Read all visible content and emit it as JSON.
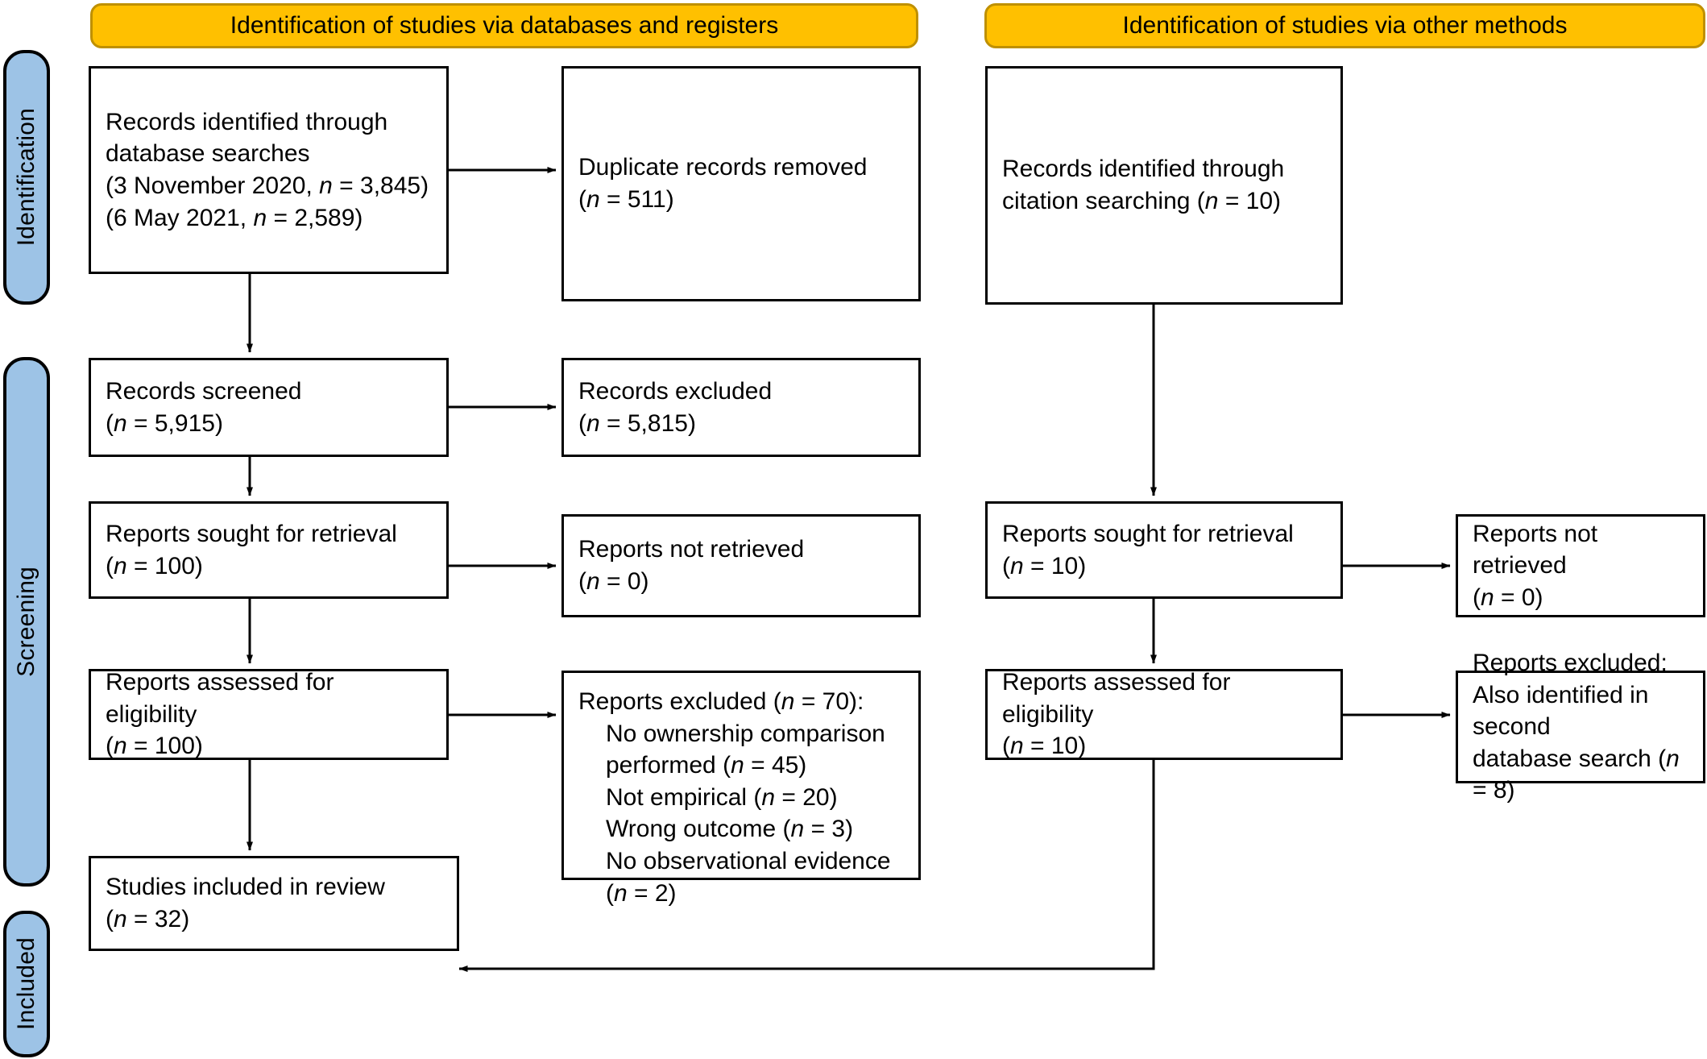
{
  "diagram": {
    "title": "PRISMA 2020 flow diagram",
    "phases": [
      {
        "id": "identification",
        "label": "Identification"
      },
      {
        "id": "screening",
        "label": "Screening"
      },
      {
        "id": "included",
        "label": "Included"
      }
    ],
    "headers": [
      {
        "id": "databases",
        "label": "Identification of studies via databases and registers"
      },
      {
        "id": "other-methods",
        "label": "Identification of studies via other methods"
      }
    ],
    "boxes": {
      "records_identified_db": {
        "line1": "Records identified through",
        "line2": "database searches",
        "line3_prefix": "(3 November 2020, ",
        "line3_n": "n",
        "line3_suffix": " = 3,845)",
        "line4_prefix": "(6 May 2021, ",
        "line4_n": "n",
        "line4_suffix": " = 2,589)"
      },
      "duplicates_removed": {
        "line1": "Duplicate records removed",
        "line2_prefix": "(",
        "line2_n": "n",
        "line2_suffix": " = 511)"
      },
      "records_identified_citation": {
        "line1": "Records identified through",
        "line2_prefix": "citation searching (",
        "line2_n": "n",
        "line2_suffix": " = 10)"
      },
      "records_screened": {
        "line1": "Records screened",
        "line2_prefix": "(",
        "line2_n": "n",
        "line2_suffix": " = 5,915)"
      },
      "records_excluded": {
        "line1": "Records excluded",
        "line2_prefix": "(",
        "line2_n": "n",
        "line2_suffix": " = 5,815)"
      },
      "reports_sought_db": {
        "line1": "Reports sought for retrieval",
        "line2_prefix": "(",
        "line2_n": "n",
        "line2_suffix": " = 100)"
      },
      "reports_not_retrieved_db": {
        "line1": "Reports not retrieved",
        "line2_prefix": "(",
        "line2_n": "n",
        "line2_suffix": " = 0)"
      },
      "reports_assessed_db": {
        "line1": "Reports assessed for eligibility",
        "line2_prefix": "(",
        "line2_n": "n",
        "line2_suffix": " = 100)"
      },
      "reports_excluded_db": {
        "heading_prefix": "Reports excluded (",
        "heading_n": "n",
        "heading_suffix": " = 70):",
        "reason1_line1": "No ownership comparison",
        "reason1_line2_prefix": "performed (",
        "reason1_n": "n",
        "reason1_line2_suffix": " = 45)",
        "reason2_prefix": "Not empirical (",
        "reason2_n": "n",
        "reason2_suffix": " = 20)",
        "reason3_prefix": "Wrong outcome (",
        "reason3_n": "n",
        "reason3_suffix": " = 3)",
        "reason4_line1": "No observational evidence",
        "reason4_line2_prefix": "(",
        "reason4_n": "n",
        "reason4_line2_suffix": " = 2)"
      },
      "reports_sought_other": {
        "line1": "Reports sought for retrieval",
        "line2_prefix": "(",
        "line2_n": "n",
        "line2_suffix": " = 10)"
      },
      "reports_not_retrieved_other": {
        "line1": "Reports not retrieved",
        "line2_prefix": "(",
        "line2_n": "n",
        "line2_suffix": " = 0)"
      },
      "reports_assessed_other": {
        "line1": "Reports assessed for eligibility",
        "line2_prefix": "(",
        "line2_n": "n",
        "line2_suffix": " = 10)"
      },
      "reports_excluded_other": {
        "line1": "Reports excluded:",
        "line2": "Also identified in second",
        "line3_prefix": "database search (",
        "line3_n": "n",
        "line3_suffix": " = 8)"
      },
      "studies_included": {
        "line1": "Studies included in review",
        "line2_prefix": "(",
        "line2_n": "n",
        "line2_suffix": " = 32)"
      }
    },
    "colors": {
      "header_fill": "#ffc000",
      "header_border": "#bf9000",
      "phase_fill": "#9dc3e6",
      "phase_border": "#000000",
      "box_border": "#000000",
      "box_fill": "#ffffff",
      "connector": "#000000"
    },
    "counts": {
      "db_search_2020": 3845,
      "db_search_2021": 2589,
      "duplicates_removed": 511,
      "citation_searching": 10,
      "records_screened": 5915,
      "records_excluded": 5815,
      "reports_sought_db": 100,
      "reports_not_retrieved_db": 0,
      "reports_assessed_db": 100,
      "reports_excluded_db_total": 70,
      "excluded_no_ownership_comparison": 45,
      "excluded_not_empirical": 20,
      "excluded_wrong_outcome": 3,
      "excluded_no_observational_evidence": 2,
      "reports_sought_other": 10,
      "reports_not_retrieved_other": 0,
      "reports_assessed_other": 10,
      "reports_excluded_other": 8,
      "studies_included": 32
    }
  }
}
